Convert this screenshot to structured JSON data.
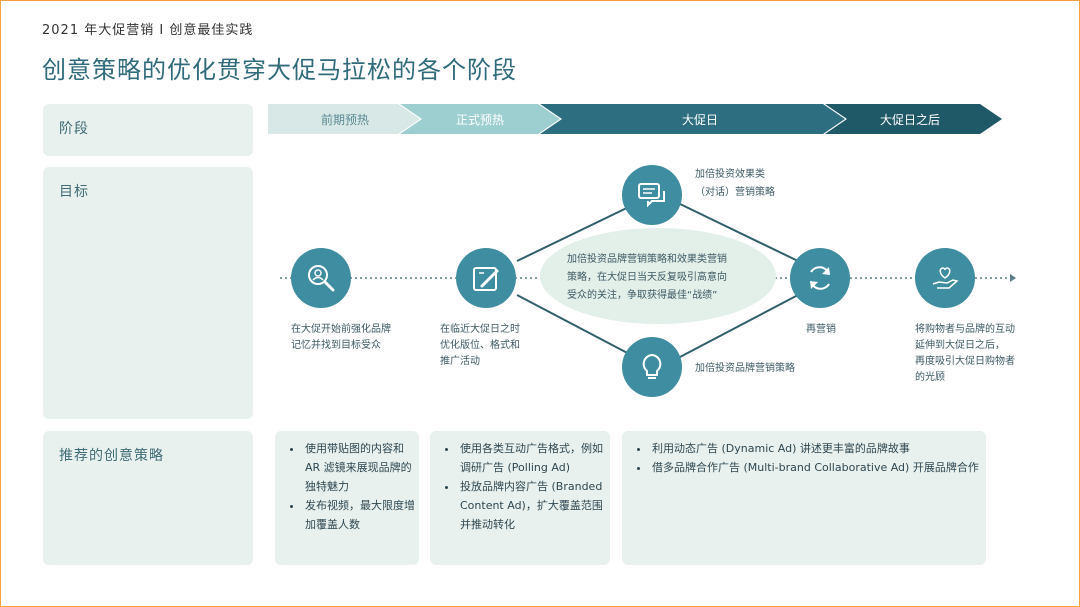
{
  "header": {
    "text": "2021 年大促营销 I 创意最佳实践"
  },
  "title": "创意策略的优化贯穿大促马拉松的各个阶段",
  "rows": {
    "stage_label": "阶段",
    "goal_label": "目标",
    "strategy_label": "推荐的创意策略"
  },
  "stages": [
    "前期预热",
    "正式预热",
    "大促日",
    "大促日之后"
  ],
  "colors": {
    "stage1": "#d7e8e6",
    "stage2": "#9ecfd0",
    "stage3": "#2d6f80",
    "stage4": "#1f5866",
    "node": "#3f8da0",
    "panel": "#e8f1ee"
  },
  "nodes": {
    "awareness": {
      "icon": "search-person-icon",
      "caption": [
        "在大促开始前强化品牌",
        "记忆并找到目标受众"
      ]
    },
    "optimize": {
      "icon": "edit-icon",
      "caption": [
        "在临近大促日之时",
        "优化版位、格式和",
        "推广活动"
      ]
    },
    "conversation": {
      "icon": "chat-icon",
      "caption": [
        "加倍投资效果类",
        "（对话）营销策略"
      ]
    },
    "brand": {
      "icon": "lightbulb-icon",
      "caption": [
        "加倍投资品牌营销策略"
      ]
    },
    "remarketing": {
      "icon": "refresh-icon",
      "caption": [
        "再营销"
      ]
    },
    "loyalty": {
      "icon": "heart-hand-icon",
      "caption": [
        "将购物者与品牌的互动",
        "延伸到大促日之后，",
        "再度吸引大促日购物者",
        "的光顾"
      ]
    }
  },
  "center_text": [
    "加倍投资品牌营销策略和效果类营销",
    "策略，在大促日当天反复吸引高意向",
    "受众的关注，争取获得最佳“战绩”"
  ],
  "strategies": {
    "col1": [
      "使用带贴图的内容和 AR 滤镜来展现品牌的独特魅力",
      "发布视频，最大限度增加覆盖人数"
    ],
    "col2": [
      "使用各类互动广告格式，例如调研广告 (Polling Ad)",
      "投放品牌内容广告 (Branded Content Ad)，扩大覆盖范围并推动转化"
    ],
    "col3": [
      "利用动态广告 (Dynamic Ad) 讲述更丰富的品牌故事",
      "借多品牌合作广告 (Multi-brand Collaborative Ad) 开展品牌合作"
    ]
  }
}
